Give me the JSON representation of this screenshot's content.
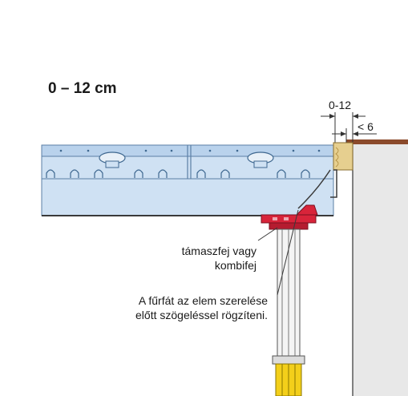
{
  "title": "0 – 12 cm",
  "dimensions": {
    "gap_label": "0-12",
    "max_label": "< 6"
  },
  "callouts": {
    "support_head_line1": "támaszfej vagy",
    "support_head_line2": "kombifej",
    "nailing_line1": "A fűrfát az elem szerelése",
    "nailing_line2": "előtt szögeléssel rögzíteni."
  },
  "colors": {
    "panel_blue": "#cfe1f3",
    "panel_outline": "#5b7fa6",
    "wall_gray": "#e8e8e8",
    "timber": "#e6cf8f",
    "head_red": "#d8243a",
    "prop_yellow": "#f3cf1a",
    "wall_cap": "#8b4a2b"
  }
}
